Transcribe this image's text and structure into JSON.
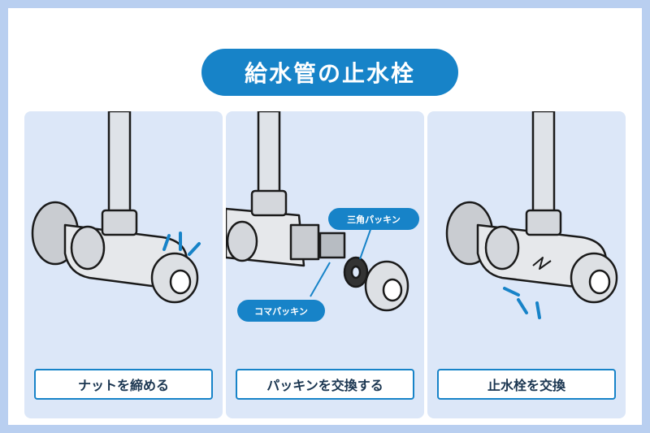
{
  "title": "給水管の止水栓",
  "panels": [
    {
      "caption": "ナットを締める"
    },
    {
      "caption": "パッキンを交換する",
      "callouts": {
        "triangle": "三角パッキン",
        "koma": "コマパッキン"
      }
    },
    {
      "caption": "止水栓を交換"
    }
  ],
  "colors": {
    "accent": "#1783c8",
    "panel_bg": "#dce7f8",
    "border": "#b9cff0"
  }
}
